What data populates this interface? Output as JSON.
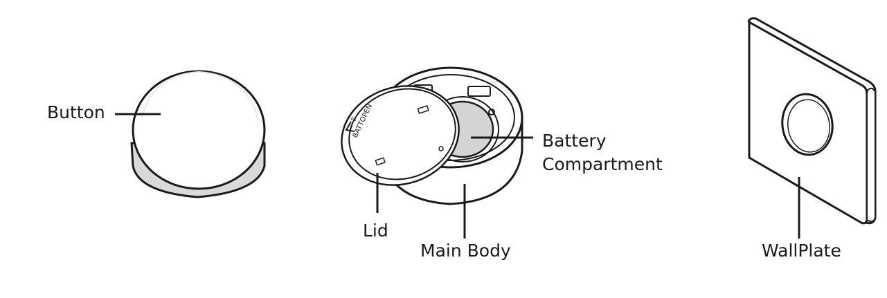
{
  "labels": {
    "button": "Button",
    "battery_line1": "Battery",
    "battery_line2": "Compartment",
    "lid": "Lid",
    "main_body": "Main Body",
    "wallplate": "WallPlate"
  },
  "lid_marking": {
    "text": "BATTOPEN",
    "arrow": "⇧"
  },
  "colors": {
    "stroke": "#1a1a1a",
    "button_top": "#ffffff",
    "button_side": "#d9d9d9",
    "battery": "#d4d4d4",
    "background": "#ffffff"
  }
}
